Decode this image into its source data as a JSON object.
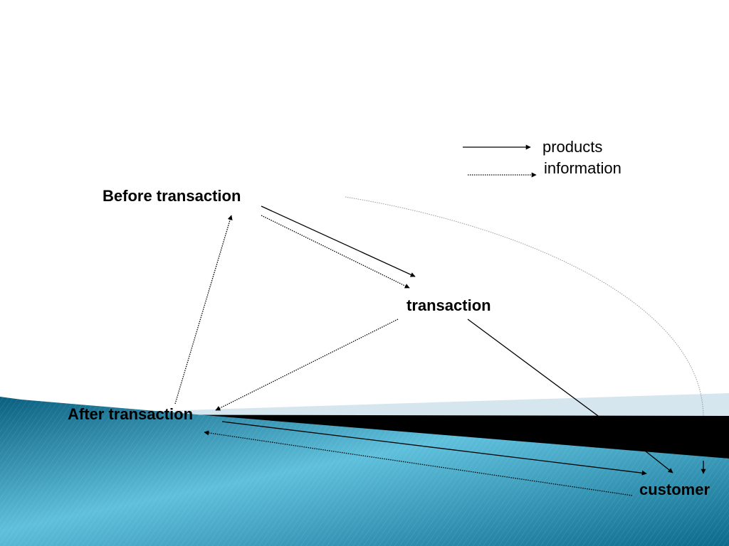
{
  "nodes": {
    "before": "Before transaction",
    "transaction": "transaction",
    "after": "After transaction",
    "customer": "customer"
  },
  "legend": {
    "products": "products",
    "information": "information"
  },
  "colors": {
    "ink": "#000000",
    "band_light": "#d6e6ee",
    "band_dark": "#000000",
    "wave_deep": "#0a5f7f",
    "wave_mid": "#2f9fc2",
    "wave_light": "#5fc0dc",
    "arc": "#9a9a9a"
  }
}
